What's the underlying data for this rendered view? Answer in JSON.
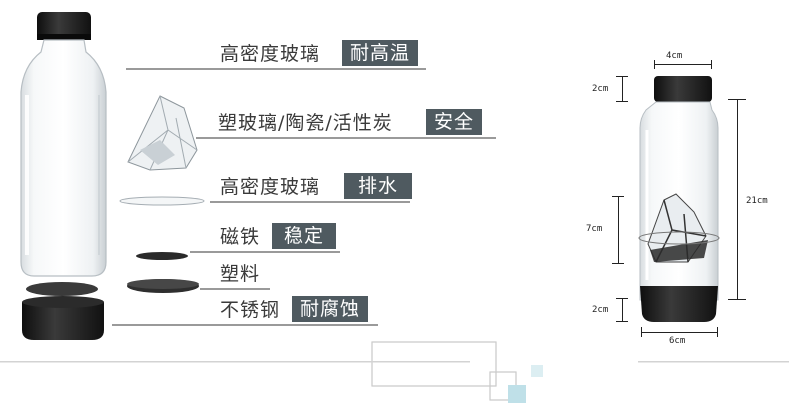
{
  "parts": [
    {
      "label": "高密度玻璃",
      "tag": "耐高温"
    },
    {
      "label": "塑玻璃/陶瓷/活性炭",
      "tag": "安全"
    },
    {
      "label": "高密度玻璃",
      "tag": "排水"
    },
    {
      "label": "磁铁",
      "tag": "稳定"
    },
    {
      "label": "塑料",
      "tag": ""
    },
    {
      "label": "不锈钢",
      "tag": "耐腐蚀"
    }
  ],
  "dimensions": {
    "cap_width": "4cm",
    "cap_height": "2cm",
    "total_height": "21cm",
    "filter_height": "7cm",
    "base_height": "2cm",
    "base_width": "6cm"
  },
  "colors": {
    "tag_bg": "#4f5a60",
    "cap": "#1c1c1c",
    "rule": "#9a9a9a"
  }
}
